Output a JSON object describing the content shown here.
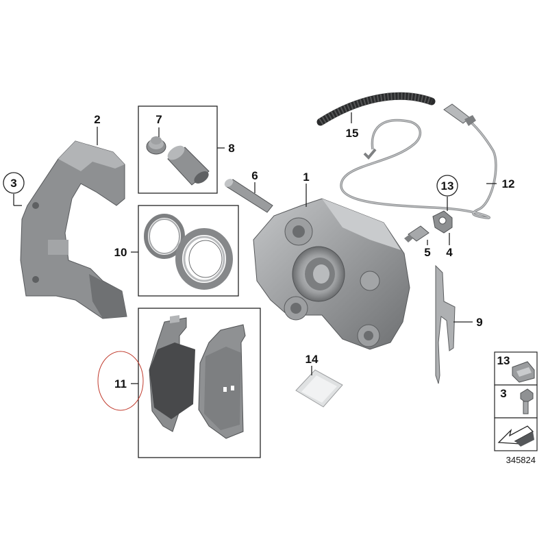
{
  "callouts": {
    "c1": "1",
    "c2": "2",
    "c3": "3",
    "c4": "4",
    "c5": "5",
    "c6": "6",
    "c7": "7",
    "c8": "8",
    "c9": "9",
    "c10": "10",
    "c11": "11",
    "c12": "12",
    "c13": "13",
    "c14": "14",
    "c15": "15"
  },
  "legend": {
    "item13": "13",
    "item3": "3"
  },
  "diagram_id": "345824",
  "colors": {
    "part_gray": "#8a8c8e",
    "part_light": "#b4b6b8",
    "part_dark": "#5d5f61",
    "pad_dark": "#4a4b4d",
    "highlight_circle": "#c0392b"
  }
}
